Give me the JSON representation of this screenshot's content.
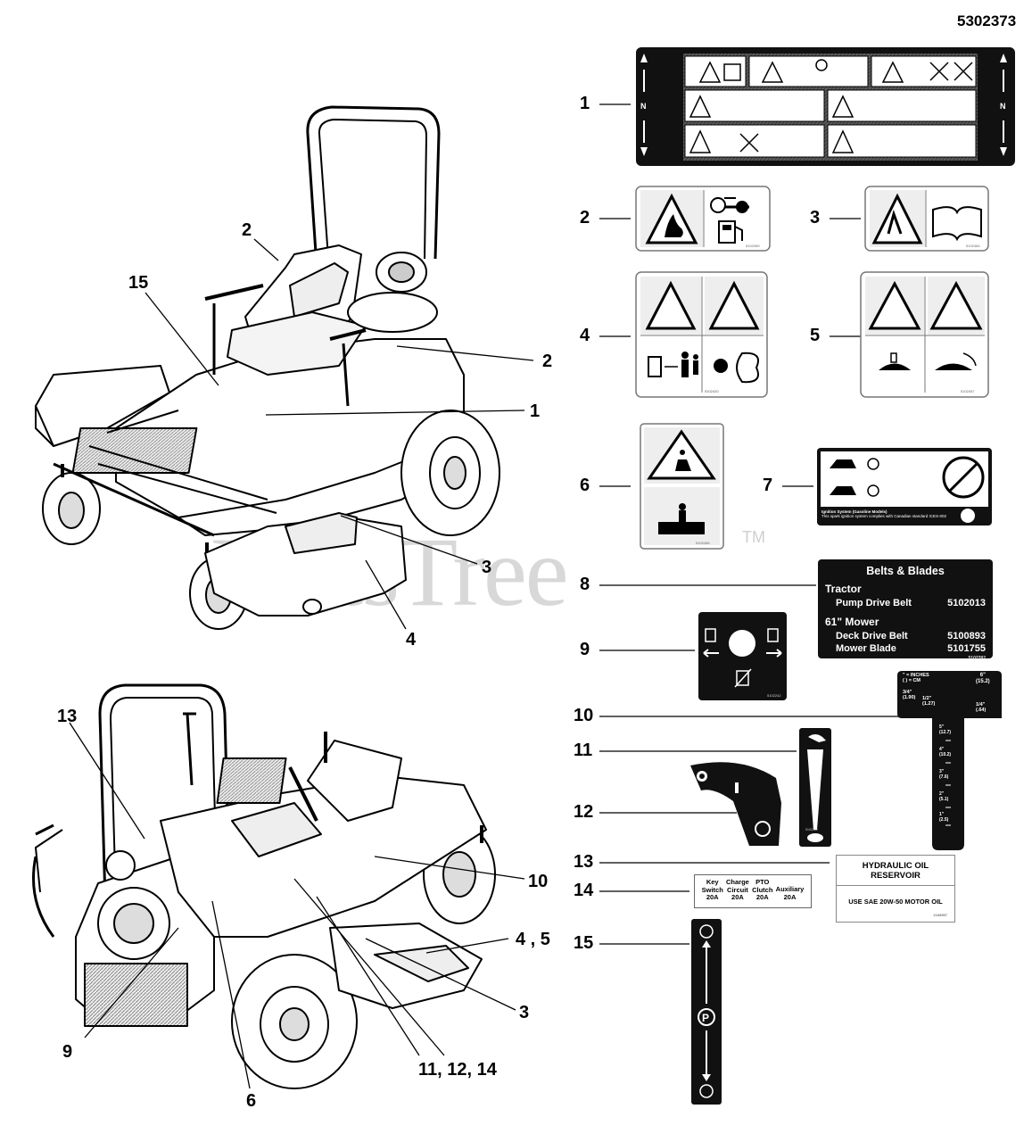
{
  "document_number": "5302373",
  "watermark": {
    "text": "PartsTree",
    "tm": "TM"
  },
  "callouts_right": [
    {
      "n": "1"
    },
    {
      "n": "2"
    },
    {
      "n": "3"
    },
    {
      "n": "4"
    },
    {
      "n": "5"
    },
    {
      "n": "6"
    },
    {
      "n": "7"
    },
    {
      "n": "8"
    },
    {
      "n": "9"
    },
    {
      "n": "10"
    },
    {
      "n": "11"
    },
    {
      "n": "12"
    },
    {
      "n": "13"
    },
    {
      "n": "14"
    },
    {
      "n": "15"
    }
  ],
  "callouts_top_machine": [
    "2",
    "15",
    "2",
    "1",
    "3",
    "4"
  ],
  "callouts_bottom_machine": [
    "13",
    "10",
    "4 , 5",
    "3",
    "9",
    "11, 12, 14",
    "6"
  ],
  "belts_decal": {
    "title": "Belts & Blades",
    "tractor": "Tractor",
    "pump_belt": "Pump Drive Belt",
    "pump_belt_pn": "5102013",
    "mower": "61\" Mower",
    "deck_belt": "Deck Drive Belt",
    "deck_belt_pn": "5100893",
    "blade": "Mower Blade",
    "blade_pn": "5101755",
    "part": "5102282"
  },
  "hydraulic_decal": {
    "title": "HYDRAULIC OIL RESERVOIR",
    "body": "USE SAE 20W-50 MOTOR OIL",
    "part": "2168957"
  },
  "fuse_decal": {
    "cols": [
      {
        "name": "Key",
        "name2": "Switch",
        "amp": "20A"
      },
      {
        "name": "Charge",
        "name2": "Circuit",
        "amp": "20A"
      },
      {
        "name": "PTO",
        "name2": "Clutch",
        "amp": "20A"
      },
      {
        "name": "",
        "name2": "Auxiliary",
        "amp": "20A"
      }
    ]
  },
  "ignition_decal": {
    "line1": "Ignition System (Gasoline Models)",
    "line2": "This spark ignition system complies with Canadian standard ICES-002"
  },
  "height_decal": {
    "legend1": "\" = INCHES",
    "legend2": "( ) = CM",
    "v1": "6\"",
    "v1c": "(15.2)",
    "v2": "3/4\"",
    "v2c": "(1.90)",
    "v3": "1/2\"",
    "v3c": "(1.27)",
    "v4": "1/4\"",
    "v4c": "(.64)",
    "v5": "5\"",
    "v5c": "(12.7)",
    "v6": "4\"",
    "v6c": "(10.2)",
    "v7": "3\"",
    "v7c": "(7.6)",
    "v8": "2\"",
    "v8c": "(5.1)",
    "v9": "1\"",
    "v9c": "(2.5)"
  },
  "decal_part_numbers": {
    "d2": "5102089",
    "d3": "5102484",
    "d4": "5102420",
    "d5": "5102457",
    "d6": "5102456",
    "d9": "5102242",
    "d11": "5102280"
  }
}
